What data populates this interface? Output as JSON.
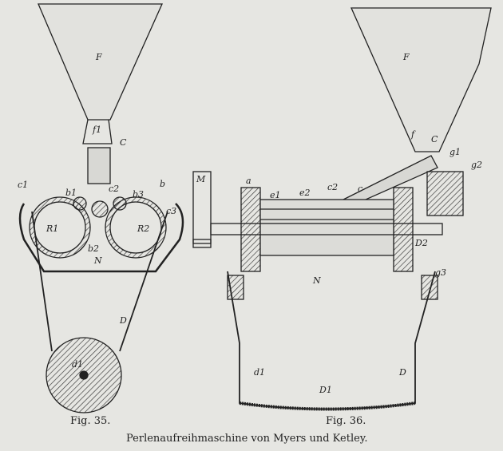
{
  "figures": [
    {
      "label": "Fig. 35.",
      "parts": [
        "F",
        "f1",
        "C",
        "c1",
        "c2",
        "b1",
        "b2",
        "b3",
        "c3",
        "b",
        "R1",
        "R2",
        "N",
        "D",
        "d1"
      ]
    },
    {
      "label": "Fig. 36.",
      "parts": [
        "F",
        "f",
        "C",
        "g1",
        "g2",
        "g3",
        "a",
        "M",
        "e1",
        "e2",
        "c2",
        "c",
        "D2",
        "N",
        "d1",
        "D1",
        "D"
      ]
    }
  ],
  "caption": "Perlenaufreihmaschine von Myers und Ketley.",
  "colors": {
    "paper": "#e6e6e2",
    "ink": "#222222"
  }
}
